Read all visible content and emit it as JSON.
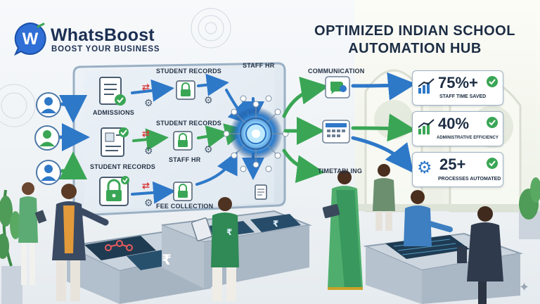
{
  "brand": {
    "name": "WhatsBoost",
    "tagline": "BOOST YOUR BUSINESS",
    "color": "#1b2f52",
    "accent": "#2f6fd6"
  },
  "title": {
    "line1": "OPTIMIZED INDIAN SCHOOL",
    "line2": "AUTOMATION HUB"
  },
  "board": {
    "left_labels": {
      "admissions": "ADMISSIONS",
      "student_records": "STUDENT RECORDS"
    },
    "flow_labels": {
      "student_records_top": "STUDENT RECORDS",
      "staff_hr_top": "STAFF HR",
      "student_records_mid": "STUDENT RECORDS",
      "staff_hr_mid": "STAFF HR",
      "fee_collection": "FEE COLLECTION"
    }
  },
  "outputs": {
    "communication": "COMMUNICATION",
    "timetabling": "TIMETABLING"
  },
  "stats": [
    {
      "value": "75%+",
      "caption": "STAFF TIME SAVED"
    },
    {
      "value": "40%",
      "caption": "ADMINISTRATIVE EFFICIENCY"
    },
    {
      "value": "25+",
      "caption": "PROCESSES AUTOMATED"
    }
  ],
  "icons": {
    "check": "check-icon",
    "lock": "lock-icon",
    "gear": "gear-icon",
    "shuffle": "shuffle-icon",
    "user": "user-icon",
    "chart": "chart-icon",
    "calendar": "calendar-icon",
    "chat": "chat-icon",
    "rupee": "rupee-icon"
  },
  "colors": {
    "green": "#3aa655",
    "blue": "#2e78c8",
    "navy": "#1c2d44",
    "red": "#d94141",
    "board": "#dde7ef",
    "desk": "#d7dee6",
    "screen": "#1f3b52"
  }
}
